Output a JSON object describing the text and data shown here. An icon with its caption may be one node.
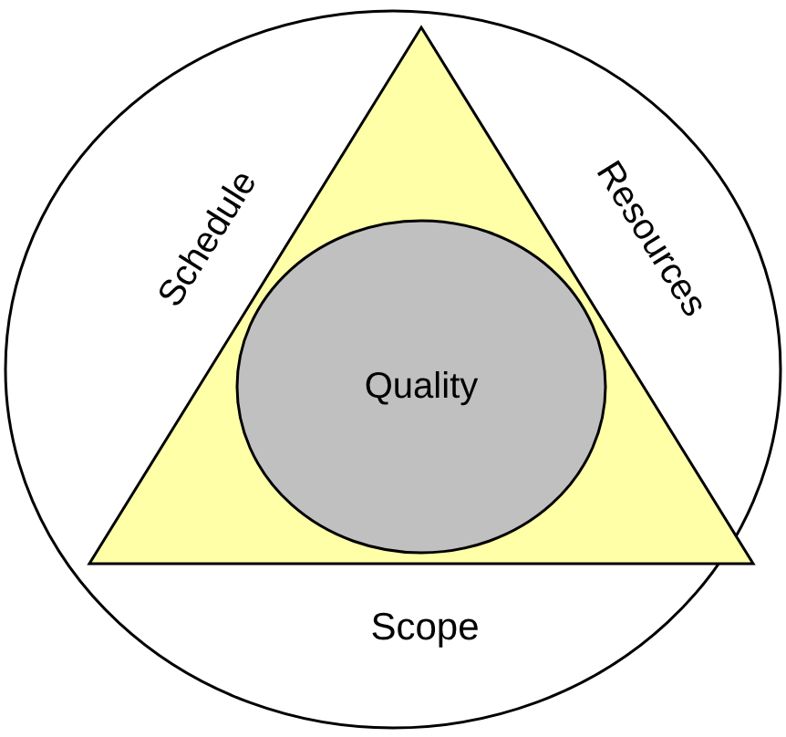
{
  "diagram": {
    "nodes": [
      {
        "text": [
          "Schedule",
          "Resources",
          "Scope"
        ]
      },
      {
        "text": [],
        "shape": "triangle",
        "in": 0
      },
      {
        "text": [
          "Quality"
        ],
        "in": 1
      }
    ]
  }
}
